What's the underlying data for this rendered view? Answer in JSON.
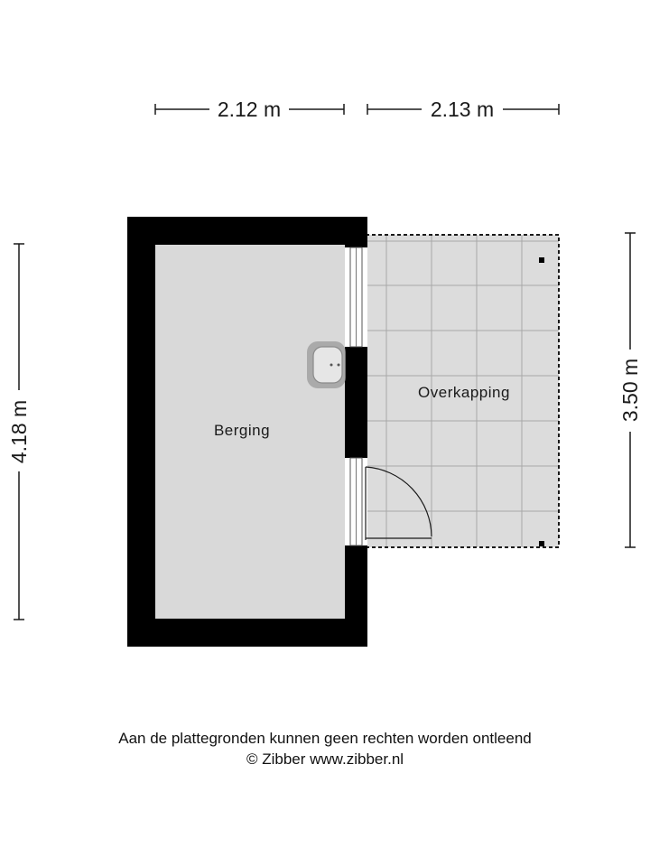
{
  "dimensions": {
    "top_left": "2.12 m",
    "top_right": "2.13 m",
    "left": "4.18 m",
    "right": "3.50 m"
  },
  "rooms": {
    "berging": "Berging",
    "overkapping": "Overkapping"
  },
  "footer": {
    "line1": "Aan de plattegronden kunnen geen rechten worden ontleend",
    "line2": "© Zibber www.zibber.nl"
  },
  "colors": {
    "wall": "#000000",
    "floor": "#d9d9d9",
    "canopy_floor": "#dcdcdc",
    "grid_line": "#a8a8a8"
  }
}
